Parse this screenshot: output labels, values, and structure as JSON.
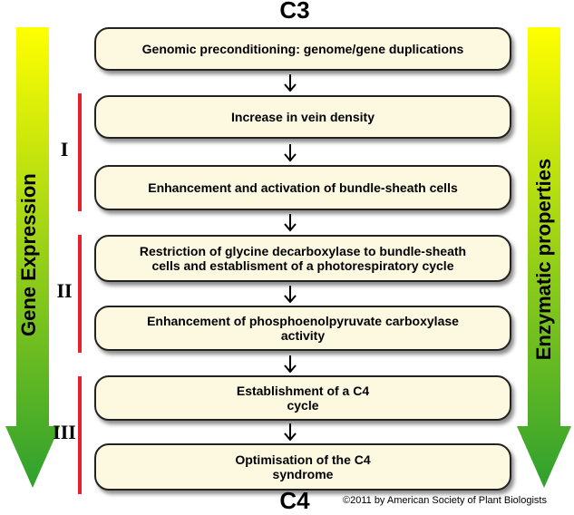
{
  "top_label": "C3",
  "bottom_label": "C4",
  "left_arrow_label": "Gene Expression",
  "right_arrow_label": "Enzymatic properties",
  "stages": [
    "I",
    "II",
    "III"
  ],
  "steps": [
    "Genomic preconditioning: genome/gene duplications",
    "Increase in vein density",
    "Enhancement and activation of bundle-sheath cells",
    "Restriction of glycine decarboxylase to bundle-sheath\ncells and establisment of a photorespiratory  cycle",
    "Enhancement of phosphoenolpyruvate carboxylase\nactivity",
    "Establishment of a C4\ncycle",
    "Optimisation of the C4\nsyndrome"
  ],
  "copyright": "©2011 by American Society of Plant Biologists",
  "colors": {
    "box_fill": "#fdf9e1",
    "stage_bar": "#e8202a",
    "arrow_top": "#ffff00",
    "arrow_bottom": "#2ea02e"
  }
}
